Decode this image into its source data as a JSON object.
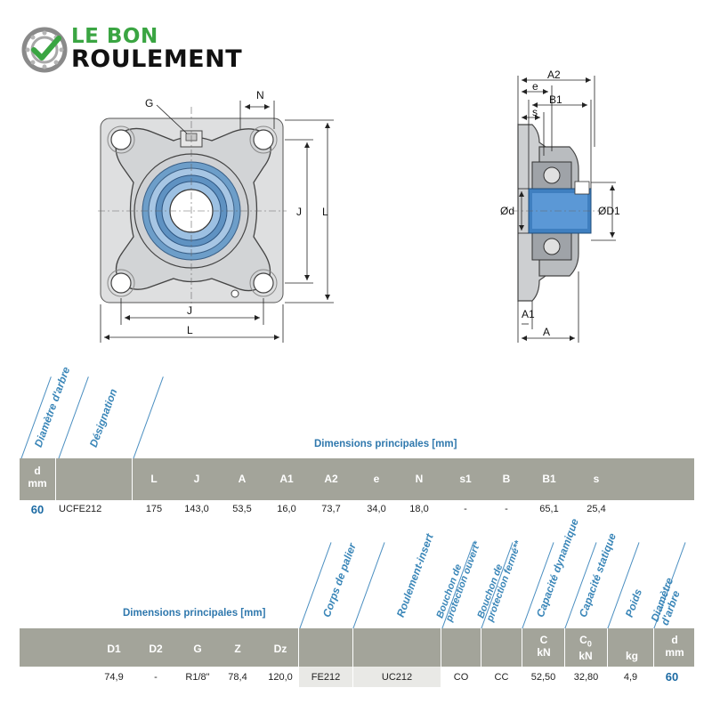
{
  "logo": {
    "line1": "LE BON",
    "line2": "ROULEMENT"
  },
  "drawing": {
    "front_labels": {
      "g": "G",
      "n": "N",
      "j_vertical": "J",
      "l_vertical": "L",
      "j_horizontal": "J",
      "l_horizontal": "L"
    },
    "side_labels": {
      "a2": "A2",
      "e": "e",
      "b1": "B1",
      "s": "s",
      "d": "Ød",
      "d1": "ØD1",
      "a1": "A1",
      "a": "A"
    }
  },
  "table1": {
    "rotated_headers": {
      "shaft": "Diamètre d'arbre",
      "designation": "Désignation"
    },
    "group_title": "Dimensions principales [mm]",
    "col_d": {
      "line1": "d",
      "line2": "mm"
    },
    "columns": [
      "L",
      "J",
      "A",
      "A1",
      "A2",
      "e",
      "N",
      "s1",
      "B",
      "B1",
      "s"
    ],
    "row": {
      "d": "60",
      "designation": "UCFE212",
      "values": [
        "175",
        "143,0",
        "53,5",
        "16,0",
        "73,7",
        "34,0",
        "18,0",
        "-",
        "-",
        "65,1",
        "25,4"
      ]
    }
  },
  "table2": {
    "group_title": "Dimensions principales [mm]",
    "rotated_headers": {
      "housing": "Corps de palier",
      "insert": "Roulement-insert",
      "open_cap": {
        "line1": "Bouchon de",
        "line2": "protection ouvert*"
      },
      "closed_cap": {
        "line1": "Bouchon de",
        "line2": "protection fermé**"
      },
      "dynamic": "Capacité dynamique",
      "static": "Capacité statique",
      "weight": "Poids",
      "shaft": {
        "line1": "Diamètre",
        "line2": "d'arbre"
      }
    },
    "columns": [
      "D1",
      "D2",
      "G",
      "Z",
      "Dz"
    ],
    "unit_c": {
      "line1": "C",
      "line2": "kN"
    },
    "unit_c0": {
      "line1": "C",
      "sub": "0",
      "line2": "kN"
    },
    "unit_kg": "kg",
    "unit_d": {
      "line1": "d",
      "line2": "mm"
    },
    "row": {
      "values": [
        "74,9",
        "-",
        "R1/8\"",
        "78,4",
        "120,0"
      ],
      "housing": "FE212",
      "insert": "UC212",
      "open_cap": "CO",
      "closed_cap": "CC",
      "c": "52,50",
      "c0": "32,80",
      "weight": "4,9",
      "d": "60"
    }
  },
  "colors": {
    "band": "#a3a49a",
    "accent_blue": "#1b6aa3",
    "logo_green": "#3aa542"
  }
}
